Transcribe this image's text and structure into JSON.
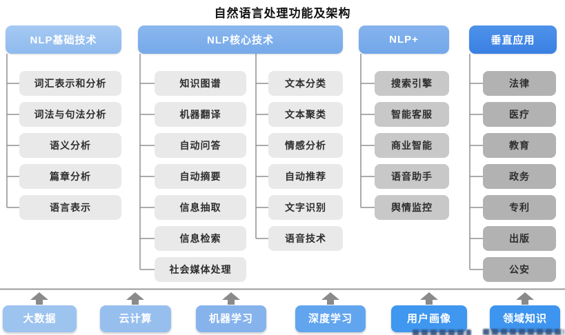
{
  "title": "自然语言处理功能及架构",
  "col1": {
    "header": "NLP基础技术",
    "items": [
      "词汇表示和分析",
      "词法与句法分析",
      "语义分析",
      "篇章分析",
      "语言表示"
    ]
  },
  "col2": {
    "header": "NLP核心技术",
    "left": [
      "知识图谱",
      "机器翻译",
      "自动问答",
      "自动摘要",
      "信息抽取",
      "信息检索",
      "社会媒体处理"
    ],
    "right": [
      "文本分类",
      "文本聚类",
      "情感分析",
      "自动推荐",
      "文字识别",
      "语音技术"
    ]
  },
  "col3": {
    "header": "NLP+",
    "items": [
      "搜索引擎",
      "智能客服",
      "商业智能",
      "语音助手",
      "舆情监控"
    ]
  },
  "col4": {
    "header": "垂直应用",
    "items": [
      "法律",
      "医疗",
      "教育",
      "政务",
      "专利",
      "出版",
      "公安"
    ]
  },
  "foundation": [
    "大数据",
    "云计算",
    "机器学习",
    "深度学习",
    "用户画像",
    "领域知识"
  ],
  "colors": {
    "header_basic": "#9ac2ef",
    "header_core": "#7fb1ec",
    "header_nlp_plus": "#77aceb",
    "header_vertical": "#4189e6",
    "item_light_gray": "#e9e9e9",
    "item_mid_gray": "#c8c8c8",
    "item_dark_gray": "#b2b2b2",
    "connector_gray": "#8f8f8f",
    "foundation_blues": [
      "#9dc3ef",
      "#97bfee",
      "#86b3ec",
      "#62a5ef",
      "#3f97ef",
      "#3e95ef"
    ]
  }
}
